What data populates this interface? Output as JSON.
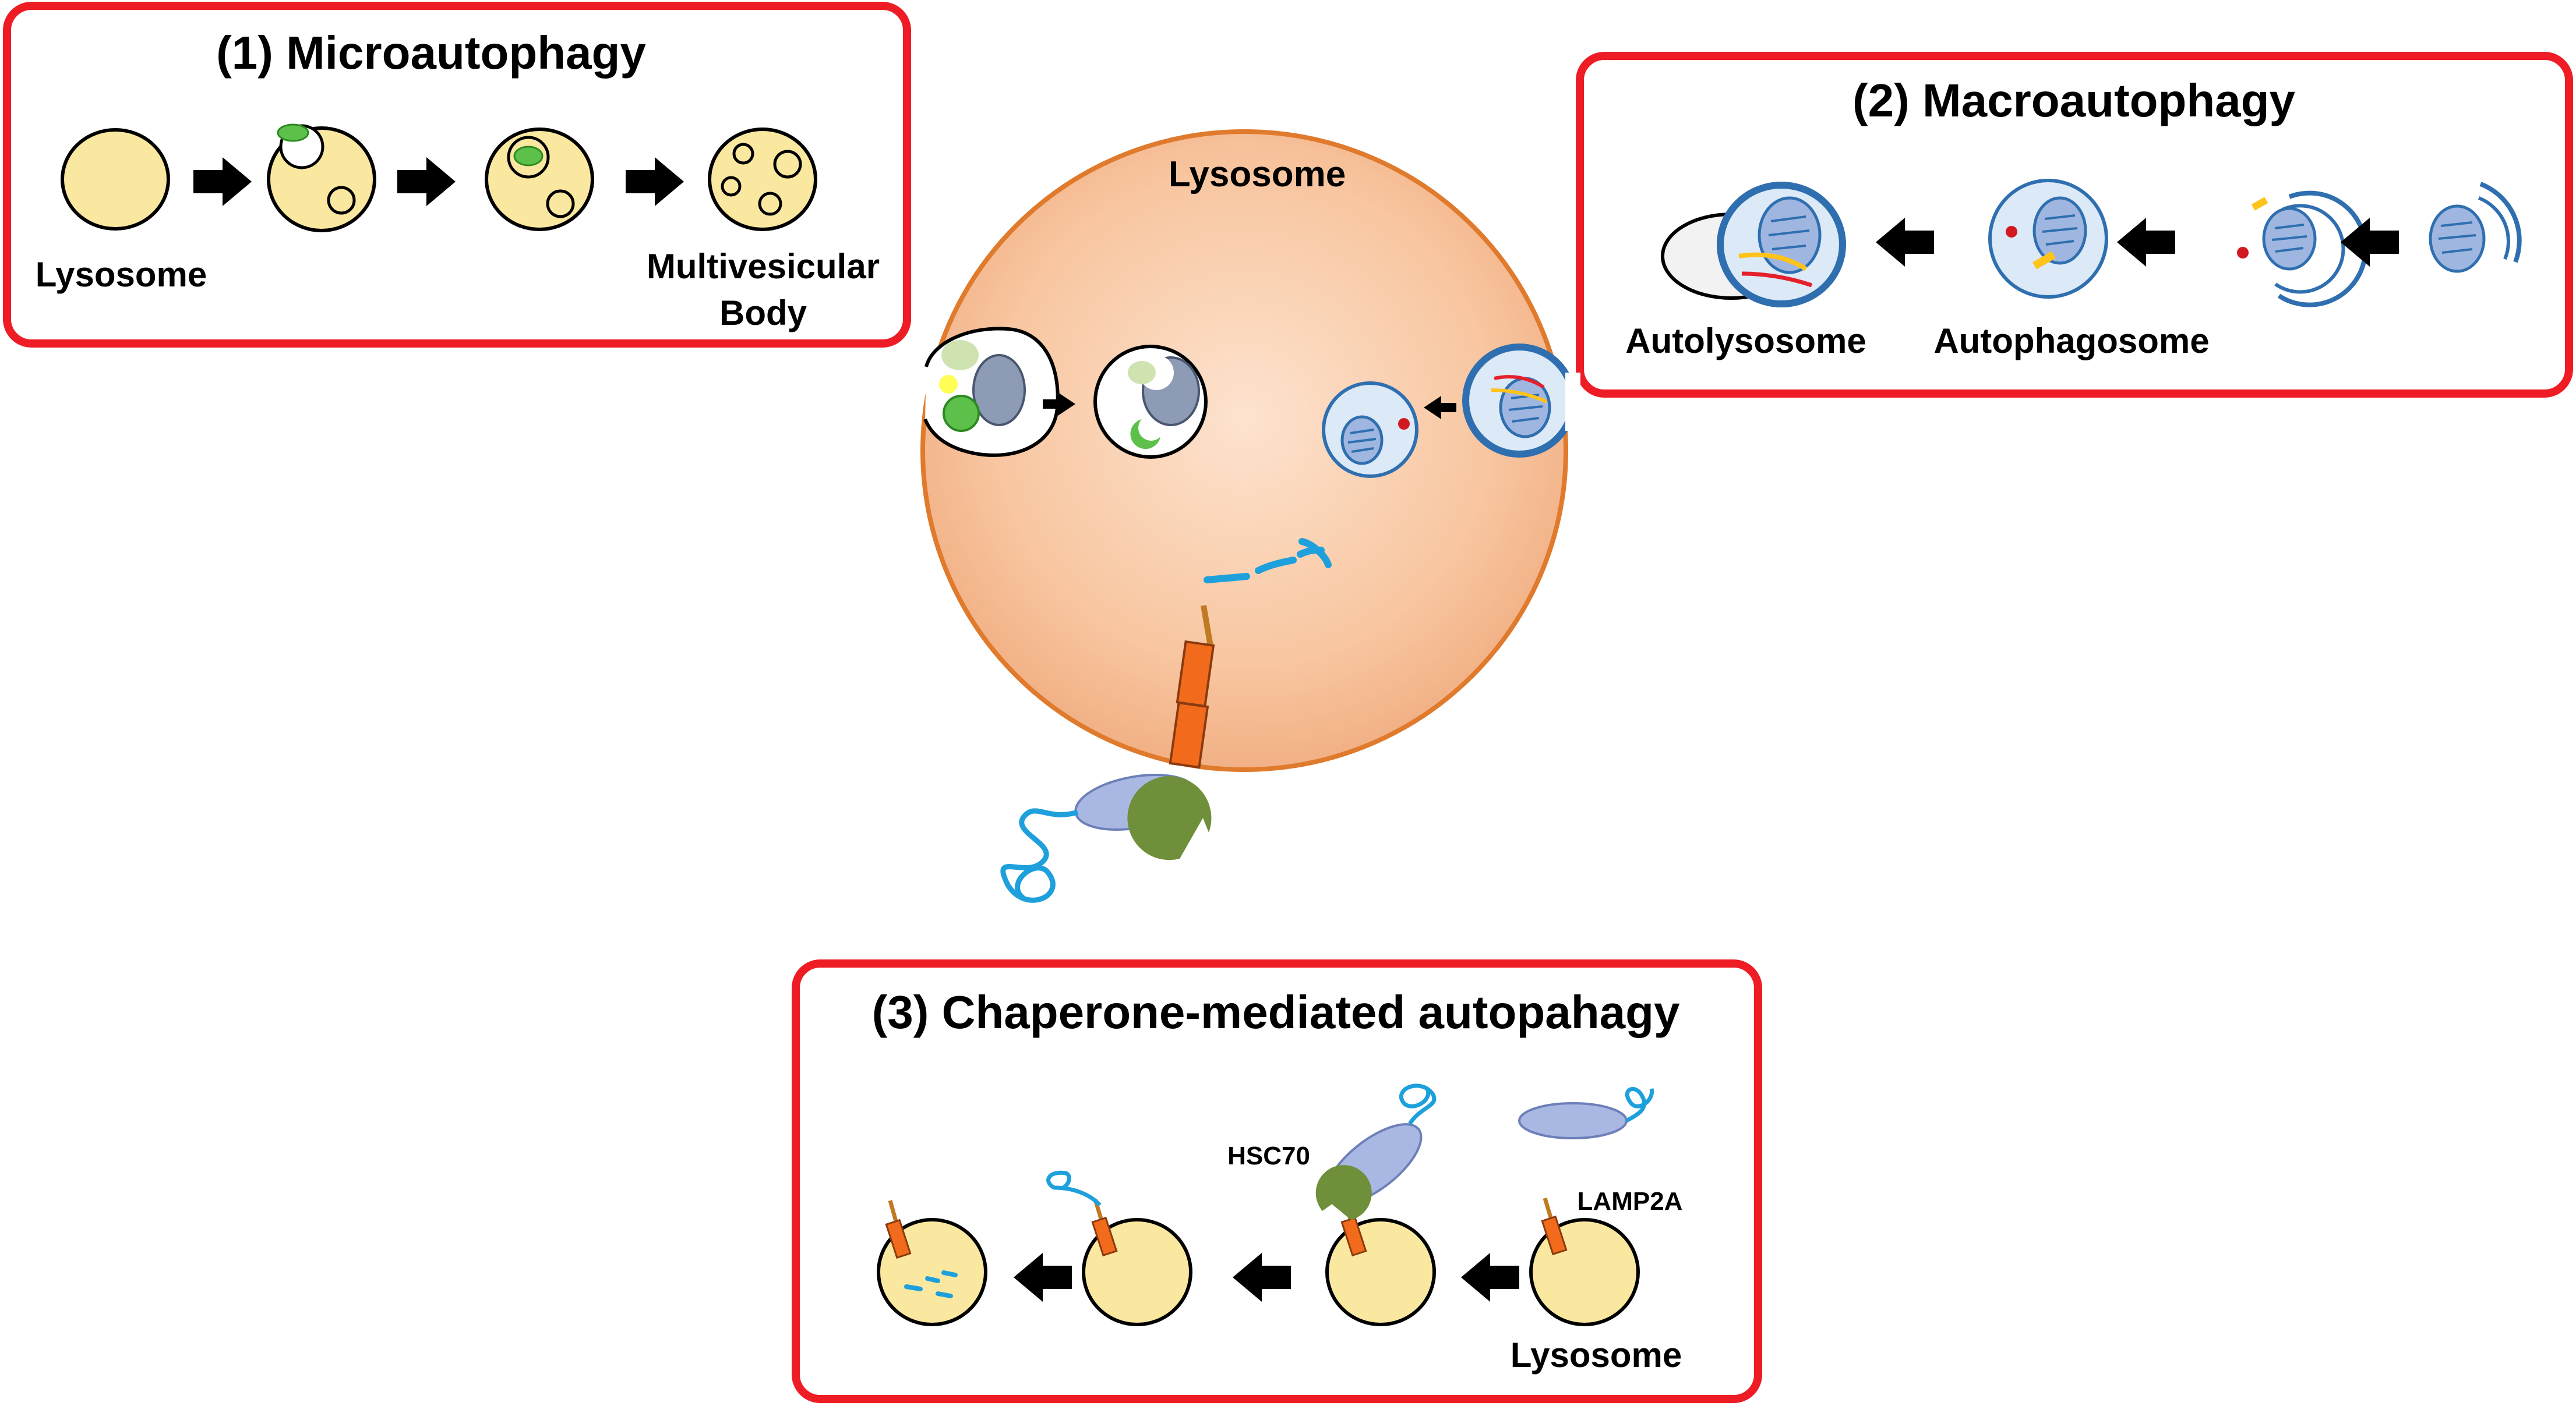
{
  "colors": {
    "box_border": "#ee1c24",
    "lysosome_fill": "#fbe8a0",
    "big_lysosome_edge": "#e07a2c",
    "membrane_blue": "#2f6fb0",
    "vesicle_fill": "#dce9f7",
    "mito_fill": "#9fb6e0",
    "lamp2a_orange": "#f26b1d",
    "hsc70_green": "#6f8f3a",
    "substrate_purple": "#a9b8e2",
    "protein_strand": "#1ea0dc",
    "vesicle_green": "#5cc04a",
    "autolysosome_gray": "#f2f2f2"
  },
  "center": {
    "label": "Lysosome"
  },
  "micro": {
    "title": "(1) Microautophagy",
    "label_start": "Lysosome",
    "label_end_line1": "Multivesicular",
    "label_end_line2": "Body"
  },
  "macro": {
    "title": "(2) Macroautophagy",
    "label_autolysosome": "Autolysosome",
    "label_autophagosome": "Autophagosome"
  },
  "cma": {
    "title": "(3) Chaperone-mediated autopahagy",
    "label_hsc70": "HSC70",
    "label_lamp2a": "LAMP2A",
    "label_lysosome": "Lysosome"
  },
  "icons": [
    "arrow-left-icon",
    "arrow-right-icon",
    "mitochondrion-icon",
    "lamp2a-receptor-icon",
    "hsc70-chaperone-icon",
    "unfolded-protein-icon"
  ]
}
